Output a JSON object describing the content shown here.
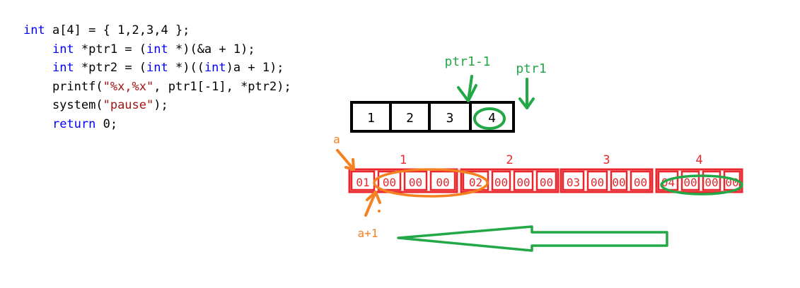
{
  "code": {
    "lines": [
      [
        {
          "t": "int",
          "c": "kw"
        },
        {
          "t": " a[4] = { 1,2,3,4 };",
          "c": ""
        }
      ],
      [
        {
          "t": "    ",
          "c": ""
        },
        {
          "t": "int",
          "c": "kw"
        },
        {
          "t": " *ptr1 = (",
          "c": ""
        },
        {
          "t": "int",
          "c": "kw"
        },
        {
          "t": " *)(&a + 1);",
          "c": ""
        }
      ],
      [
        {
          "t": "    ",
          "c": ""
        },
        {
          "t": "int",
          "c": "kw"
        },
        {
          "t": " *ptr2 = (",
          "c": ""
        },
        {
          "t": "int",
          "c": "kw"
        },
        {
          "t": " *)((",
          "c": ""
        },
        {
          "t": "int",
          "c": "kw"
        },
        {
          "t": ")a + 1);",
          "c": ""
        }
      ],
      [
        {
          "t": "    printf(",
          "c": ""
        },
        {
          "t": "\"%x,%x\"",
          "c": "str"
        },
        {
          "t": ", ptr1[-1], *ptr2);",
          "c": ""
        }
      ],
      [
        {
          "t": "    system(",
          "c": ""
        },
        {
          "t": "\"pause\"",
          "c": "str"
        },
        {
          "t": ");",
          "c": ""
        }
      ],
      [
        {
          "t": "    ",
          "c": ""
        },
        {
          "t": "return",
          "c": "kw"
        },
        {
          "t": " 0;",
          "c": ""
        }
      ]
    ]
  },
  "array_cells": [
    "1",
    "2",
    "3",
    "4"
  ],
  "labels": {
    "ptr1_minus_1": "ptr1-1",
    "ptr1": "ptr1",
    "a": "a",
    "a_plus_1": "a+1"
  },
  "memory_groups": [
    {
      "label": "1",
      "bytes": [
        "01",
        "00",
        "00",
        "00"
      ]
    },
    {
      "label": "2",
      "bytes": [
        "02",
        "00",
        "00",
        "00"
      ]
    },
    {
      "label": "3",
      "bytes": [
        "03",
        "00",
        "00",
        "00"
      ]
    },
    {
      "label": "4",
      "bytes": [
        "04",
        "00",
        "00",
        "00"
      ]
    }
  ],
  "colors": {
    "black": "#000000",
    "red": "#e8282e",
    "green": "#22a847",
    "orange": "#f5801f",
    "keyword": "#0000ff",
    "string": "#a31515"
  }
}
